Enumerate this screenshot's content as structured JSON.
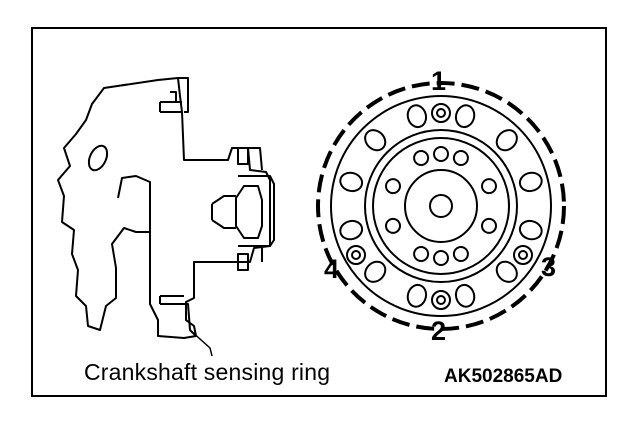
{
  "diagram": {
    "caption": "Crankshaft sensing ring",
    "figure_code": "AK502865AD",
    "bolt_order_labels": [
      "1",
      "2",
      "3",
      "4"
    ]
  },
  "colors": {
    "line": "#000000",
    "background": "#ffffff"
  }
}
